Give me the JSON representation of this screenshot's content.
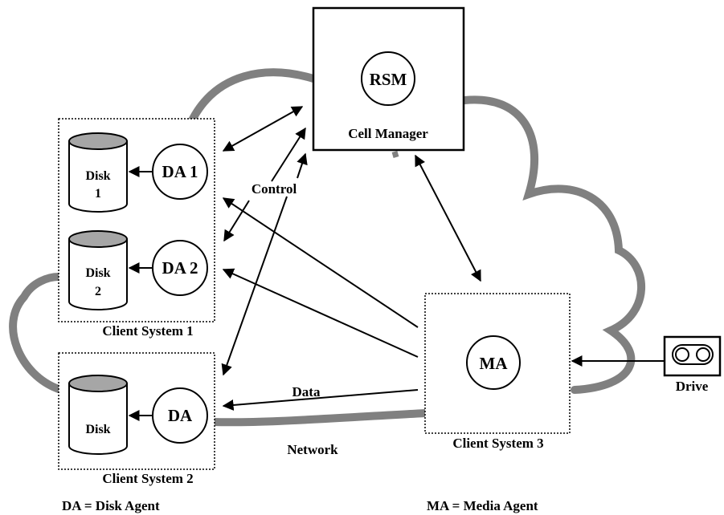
{
  "cell_manager": {
    "inner_label": "RSM",
    "label": "Cell Manager"
  },
  "client_system_1": {
    "label": "Client System 1",
    "disks": [
      {
        "line1": "Disk",
        "line2": "1"
      },
      {
        "line1": "Disk",
        "line2": "2"
      }
    ],
    "agents": [
      "DA 1",
      "DA 2"
    ]
  },
  "client_system_2": {
    "label": "Client System 2",
    "disk": "Disk",
    "agent": "DA"
  },
  "client_system_3": {
    "label": "Client System 3",
    "agent": "MA"
  },
  "drive": {
    "label": "Drive"
  },
  "labels": {
    "control": "Control",
    "data": "Data",
    "network": "Network"
  },
  "legend": {
    "da": "DA = Disk Agent",
    "ma": "MA = Media Agent"
  },
  "colors": {
    "network_cloud": "#808080",
    "disk_top": "#a6a6a6",
    "line": "#000000"
  }
}
